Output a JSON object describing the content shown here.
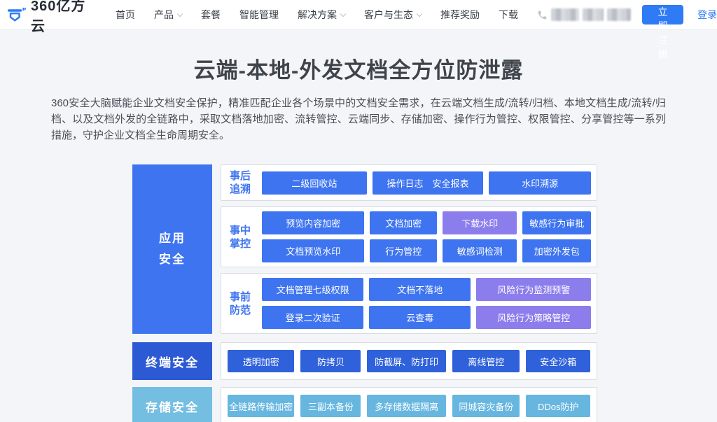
{
  "brand": {
    "logo_text": "360亿方云"
  },
  "nav": {
    "items": [
      {
        "label": "首页",
        "dropdown": false
      },
      {
        "label": "产品",
        "dropdown": true
      },
      {
        "label": "套餐",
        "dropdown": false
      },
      {
        "label": "智能管理",
        "dropdown": false
      },
      {
        "label": "解决方案",
        "dropdown": true
      },
      {
        "label": "客户与生态",
        "dropdown": true
      },
      {
        "label": "推荐奖励",
        "dropdown": false
      },
      {
        "label": "下载",
        "dropdown": false
      }
    ],
    "register_label": "立即注册",
    "login_label": "登录"
  },
  "hero": {
    "title": "云端-本地-外发文档全方位防泄露",
    "description": "360安全大脑赋能企业文档安全保护，精准匹配企业各个场景中的文档安全需求，在云端文档生成/流转/归档、本地文档生成/流转/归档、以及文档外发的全链路中，采取文档落地加密、流转管控、云端同步、存储加密、操作行为管控、权限管控、分享管控等一系列措施，守护企业文档全生命周期安全。"
  },
  "colors": {
    "primary_blue": "#3e74f0",
    "purple": "#8b7dec",
    "terminal_blue": "#2f61db",
    "terminal_box_blue": "#2c5ad4",
    "storage_blue": "#67b6e0",
    "storage_box_blue": "#74bee1",
    "register_button_blue": "#2e7bf5"
  },
  "diagram": {
    "app_security": {
      "label": "应用安全",
      "label_line1": "应用",
      "label_line2": "安全",
      "groups": [
        {
          "label": "事后追溯",
          "rows": [
            [
              {
                "t": "二级回收站",
                "c": "blue",
                "w": 150
              },
              {
                "t": "操作日志　安全报表",
                "c": "blue",
                "w": 159
              },
              {
                "t": "水印溯源",
                "c": "blue",
                "w": 146
              }
            ]
          ]
        },
        {
          "label": "事中掌控",
          "rows": [
            [
              {
                "t": "预览内容加密",
                "c": "blue",
                "w": 150
              },
              {
                "t": "文档加密",
                "c": "blue",
                "w": 98
              },
              {
                "t": "下载水印",
                "c": "purple",
                "w": 109
              },
              {
                "t": "敏感行为审批",
                "c": "blue",
                "w": 100
              }
            ],
            [
              {
                "t": "文档预览水印",
                "c": "blue",
                "w": 150
              },
              {
                "t": "行为管控",
                "c": "blue",
                "w": 98
              },
              {
                "t": "敏感词检测",
                "c": "blue",
                "w": 109
              },
              {
                "t": "加密外发包",
                "c": "blue",
                "w": 100
              }
            ]
          ]
        },
        {
          "label": "事前防范",
          "rows": [
            [
              {
                "t": "文档管理七级权限",
                "c": "blue",
                "w": 150
              },
              {
                "t": "文档不落地",
                "c": "blue",
                "w": 150
              },
              {
                "t": "风险行为监测预警",
                "c": "purple",
                "w": 169
              }
            ],
            [
              {
                "t": "登录二次验证",
                "c": "blue",
                "w": 150
              },
              {
                "t": "云查毒",
                "c": "blue",
                "w": 150
              },
              {
                "t": "风险行为策略管控",
                "c": "purple",
                "w": 169
              }
            ]
          ]
        }
      ]
    },
    "terminal_security": {
      "label": "终端安全",
      "buttons": [
        {
          "t": "透明加密",
          "c": "terminal",
          "w": 99
        },
        {
          "t": "防拷贝",
          "c": "terminal",
          "w": 89
        },
        {
          "t": "防截屏、防打印",
          "c": "terminal",
          "w": 117
        },
        {
          "t": "离线管控",
          "c": "terminal",
          "w": 100
        },
        {
          "t": "安全沙箱",
          "c": "terminal",
          "w": 95
        }
      ]
    },
    "storage_security": {
      "label": "存储安全",
      "buttons": [
        {
          "t": "全链路传输加密",
          "c": "storage",
          "w": 99
        },
        {
          "t": "三副本备份",
          "c": "storage",
          "w": 89
        },
        {
          "t": "多存储数据隔离",
          "c": "storage",
          "w": 117
        },
        {
          "t": "同城容灾备份",
          "c": "storage",
          "w": 100
        },
        {
          "t": "DDos防护",
          "c": "storage",
          "w": 95
        }
      ]
    }
  }
}
